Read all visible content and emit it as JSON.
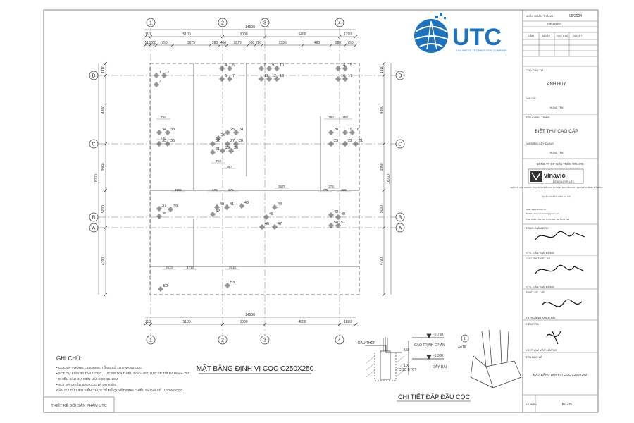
{
  "brand": {
    "name": "UTC",
    "tagline": "UNLIMITED TECHNOLOGY COMPANY",
    "color": "#1e73be"
  },
  "drawing": {
    "title": "MẶT BẰNG ĐỊNH VỊ CỌC C250X250",
    "detail_title": "CHI TIẾT ĐẬP ĐẦU CỌC",
    "footer_note": "THIẾT KẾ BỞI SẢN PHẨM UTC"
  },
  "grid": {
    "cols": [
      "1",
      "2",
      "3",
      "4"
    ],
    "rows": [
      "D",
      "C",
      "B",
      "A"
    ],
    "top_dims": [
      "110",
      "5100",
      "3000",
      "5400",
      "1290"
    ],
    "top_total": "14900",
    "top_sub": [
      "110",
      "280",
      "750",
      "3675",
      "280",
      "480",
      "1875",
      "560",
      "280",
      "3395",
      "480",
      "280",
      "750"
    ],
    "bottom_dims": [
      "110",
      "5100",
      "3000",
      "4800",
      "1890"
    ],
    "bottom_total": "14900",
    "left_dims": [
      "1110",
      "4800",
      "3960",
      "5000",
      "4790"
    ],
    "left_total": "16700",
    "right_dims": [
      "1110",
      "4800",
      "3960",
      "5000",
      "4790"
    ],
    "right_total": "16700"
  },
  "piles": [
    "1",
    "2",
    "3",
    "4",
    "5",
    "6",
    "7",
    "8",
    "9",
    "10",
    "11",
    "12",
    "13",
    "14",
    "15",
    "16",
    "17",
    "18",
    "19",
    "20",
    "21",
    "22",
    "23",
    "24",
    "25",
    "26",
    "27",
    "28",
    "29",
    "30",
    "31",
    "32",
    "33",
    "34",
    "35",
    "36",
    "37",
    "38",
    "39",
    "40",
    "41",
    "42",
    "43",
    "44",
    "45",
    "46",
    "47",
    "48",
    "49",
    "50",
    "51",
    "52",
    "53"
  ],
  "inner_dims": [
    "750",
    "750",
    "750",
    "750",
    "750",
    "750",
    "3585",
    "575",
    "575",
    "3675",
    "375",
    "775",
    "225",
    "2610",
    "4710",
    "2610"
  ],
  "notes": {
    "heading": "GHI CHÚ:",
    "lines": [
      "• CỌC ÉP VUÔNG C250X250, TỔNG SỐ LƯỢNG 53 CỌC",
      "• SCT DỰ KIẾN 30 TẤN 1 CỌC, LỰC ÉP TỐI THIỂU Pmin=40T, LỰC ÉP TỐI ĐA Pmax=75T",
      "• CHIỀU SÂU DỰ KIẾN MŨI CỌC 15~18M",
      "• SCT VÀ CHIỀU SÂU CỌC LÀ DỰ KIẾN",
      "  CĂN CỨ DỮ LIỆU KIỂM THỰC TẾ ĐỂ QUYẾT ĐỊNH CHIỀU DÀI VÀ SỐ LƯỢNG CỌC"
    ]
  },
  "detail": {
    "label_steel": "RÂU THÉP",
    "label_level": "CAO TRÌNH ÉP ÂM",
    "label_pile": "CỌC BTCT",
    "label_base": "ĐÁY ĐÀI",
    "elev1": "-0.750",
    "elev2": "-1.300",
    "dim1": "550",
    "dim2": "100",
    "rebar": "4ø16",
    "callout": "1"
  },
  "title_block": {
    "date_label": "NGÀY HOÀN THÀNH",
    "date_value": "05/2024",
    "revision_label": "HIỆU ĐÍNH",
    "rev_cols": [
      "LẦN",
      "NGÀY",
      "THIẾT KẾ",
      "DUYỆT"
    ],
    "owner_label": "CHỦ ĐẦU TƯ",
    "owner_value": "ANH HUY",
    "address_label": "ĐỊA CHỈ",
    "address_value": "HƯNG YÊN",
    "project_label": "TÊN CÔNG TRÌNH",
    "project_value": "BIỆT THỰ CAO CẤP",
    "site_label": "ĐỊA ĐIỂM XÂY DỰNG",
    "site_value": "HƯNG YÊN",
    "company_title": "CÔNG TY CP KIẾN TRÚC VINAVIC",
    "company_logo": "vinavic",
    "company_slogan": "DESIGN FOR LIFE",
    "company_lines": [
      "ĐỊA CHỈ: VĂN PHÒNG 2002 TÒA NHÀ DOJI ĐƯỜNG NGUYỄN CƠ THẠCH PHƯỜNG MỸ ĐÌNH",
      "QUẬN NAM TỪ LIÊM HÀ NỘI",
      "Web: www.vinavic.vn",
      "EMAIL: kientrucvinavic@gmail.com",
      "TEL: 0243.5710.663  HOTLINE: 0975.678.933"
    ],
    "director_label": "TỔNG GIÁM ĐỐC",
    "director_name": "KTS. CẤN VĂN ĐỒNG",
    "chief_label": "CHỦ TRÌ THIẾT KẾ",
    "chief_name": "KTS. CẤN VĂN ĐỒNG",
    "designer_label": "THIẾT KẾ - VẼ",
    "designer_name": "KS. HOÀNG XUÂN HẢI",
    "checker_label": "KIỂM TRA",
    "checker_name": "KS. PHẠM VĂN LƯƠNG",
    "sheet_name_label": "TÊN BẢN VẼ",
    "sheet_name_value": "MẶT BẰNG ĐỊNH VỊ CỌC C250X250",
    "sheet_no_label": "KÝ HIỆU",
    "sheet_no_value": "KC-05"
  }
}
